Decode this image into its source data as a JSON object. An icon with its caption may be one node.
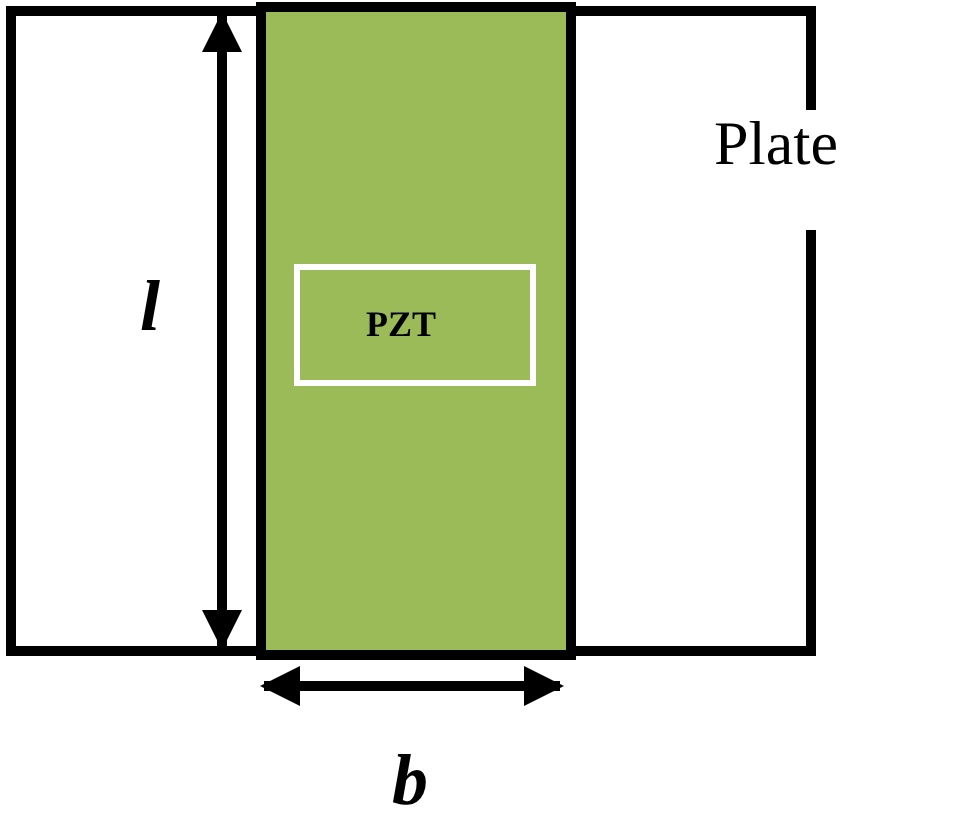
{
  "diagram": {
    "nodes": [
      {
        "text": [
          "Plate"
        ]
      },
      {
        "text": [
          "PZT"
        ],
        "in": 0
      }
    ],
    "labels": [
      "l",
      "b"
    ]
  }
}
